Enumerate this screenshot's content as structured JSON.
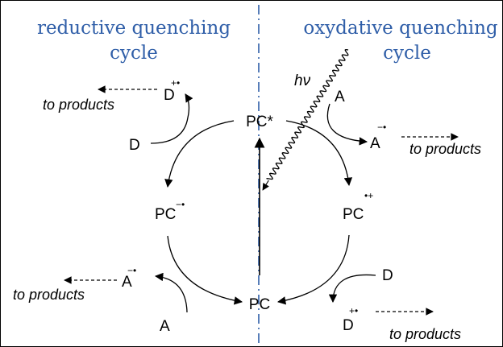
{
  "titles": {
    "left_line1": "reductive quenching",
    "left_line2": "cycle",
    "right_line1": "oxydative quenching",
    "right_line2": "cycle"
  },
  "species": {
    "pc_excited": "PC*",
    "pc_ground": "PC",
    "pc_reduced": "PC",
    "pc_reduced_charge": "−•",
    "pc_oxidized": "PC",
    "pc_oxidized_charge": "•+",
    "donor": "D",
    "donor_radical": "D",
    "donor_radical_charge": "+•",
    "acceptor": "A",
    "acceptor_radical": "A",
    "acceptor_radical_charge": "−•"
  },
  "light": "hν",
  "to_products": "to products",
  "colors": {
    "title": "#2f5ea8",
    "divider": "#2f5ea8",
    "ink": "#000000"
  }
}
